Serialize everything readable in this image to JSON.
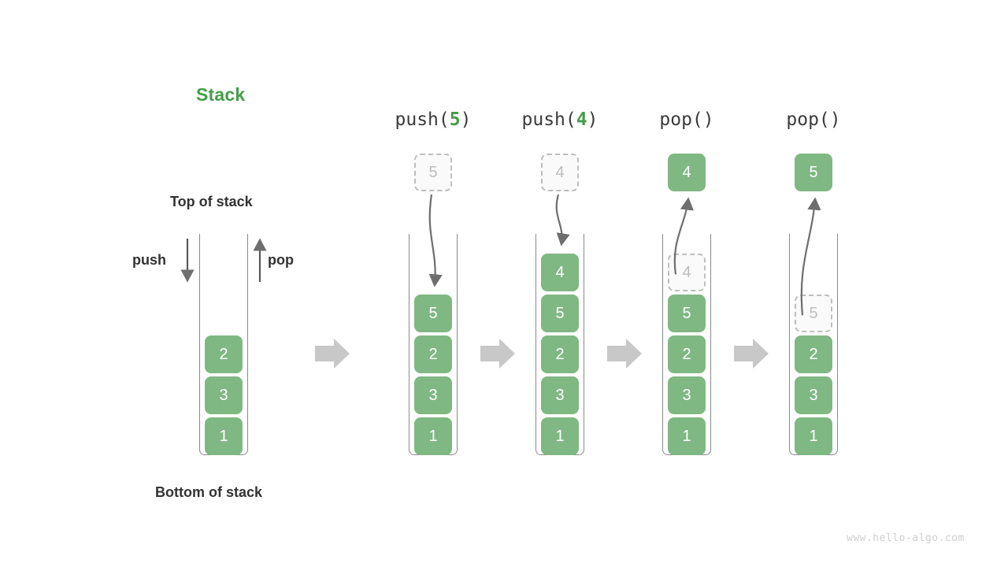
{
  "diagram": {
    "title": "Stack",
    "title_color": "#449d48",
    "box_color": "#7fb882",
    "ghost_color": "#bdbdbd",
    "arrow_color": "#6e6e6e",
    "transition_arrow_color": "#c8c8c8",
    "watermark": "www.hello-algo.com",
    "labels": {
      "top_of_stack": "Top of stack",
      "bottom_of_stack": "Bottom of stack",
      "push": "push",
      "pop": "pop"
    },
    "initial_stack": {
      "name": "initial",
      "items": [
        "1",
        "3",
        "2"
      ]
    },
    "steps": [
      {
        "name": "push-5",
        "header_prefix": "push(",
        "header_arg": "5",
        "header_suffix": ")",
        "floating_value": "5",
        "floating_kind": "ghost",
        "arrow_direction": "down",
        "items": [
          "1",
          "3",
          "2",
          "5"
        ],
        "ghost_index": -1
      },
      {
        "name": "push-4",
        "header_prefix": "push(",
        "header_arg": "4",
        "header_suffix": ")",
        "floating_value": "4",
        "floating_kind": "ghost",
        "arrow_direction": "down",
        "items": [
          "1",
          "3",
          "2",
          "5",
          "4"
        ],
        "ghost_index": -1
      },
      {
        "name": "pop-1",
        "header_prefix": "pop(",
        "header_arg": "",
        "header_suffix": ")",
        "floating_value": "4",
        "floating_kind": "solid",
        "arrow_direction": "up",
        "items": [
          "1",
          "3",
          "2",
          "5",
          "4"
        ],
        "ghost_index": 4
      },
      {
        "name": "pop-2",
        "header_prefix": "pop(",
        "header_arg": "",
        "header_suffix": ")",
        "floating_value": "5",
        "floating_kind": "solid",
        "arrow_direction": "up",
        "items": [
          "1",
          "3",
          "2",
          "5"
        ],
        "ghost_index": 3
      }
    ]
  }
}
